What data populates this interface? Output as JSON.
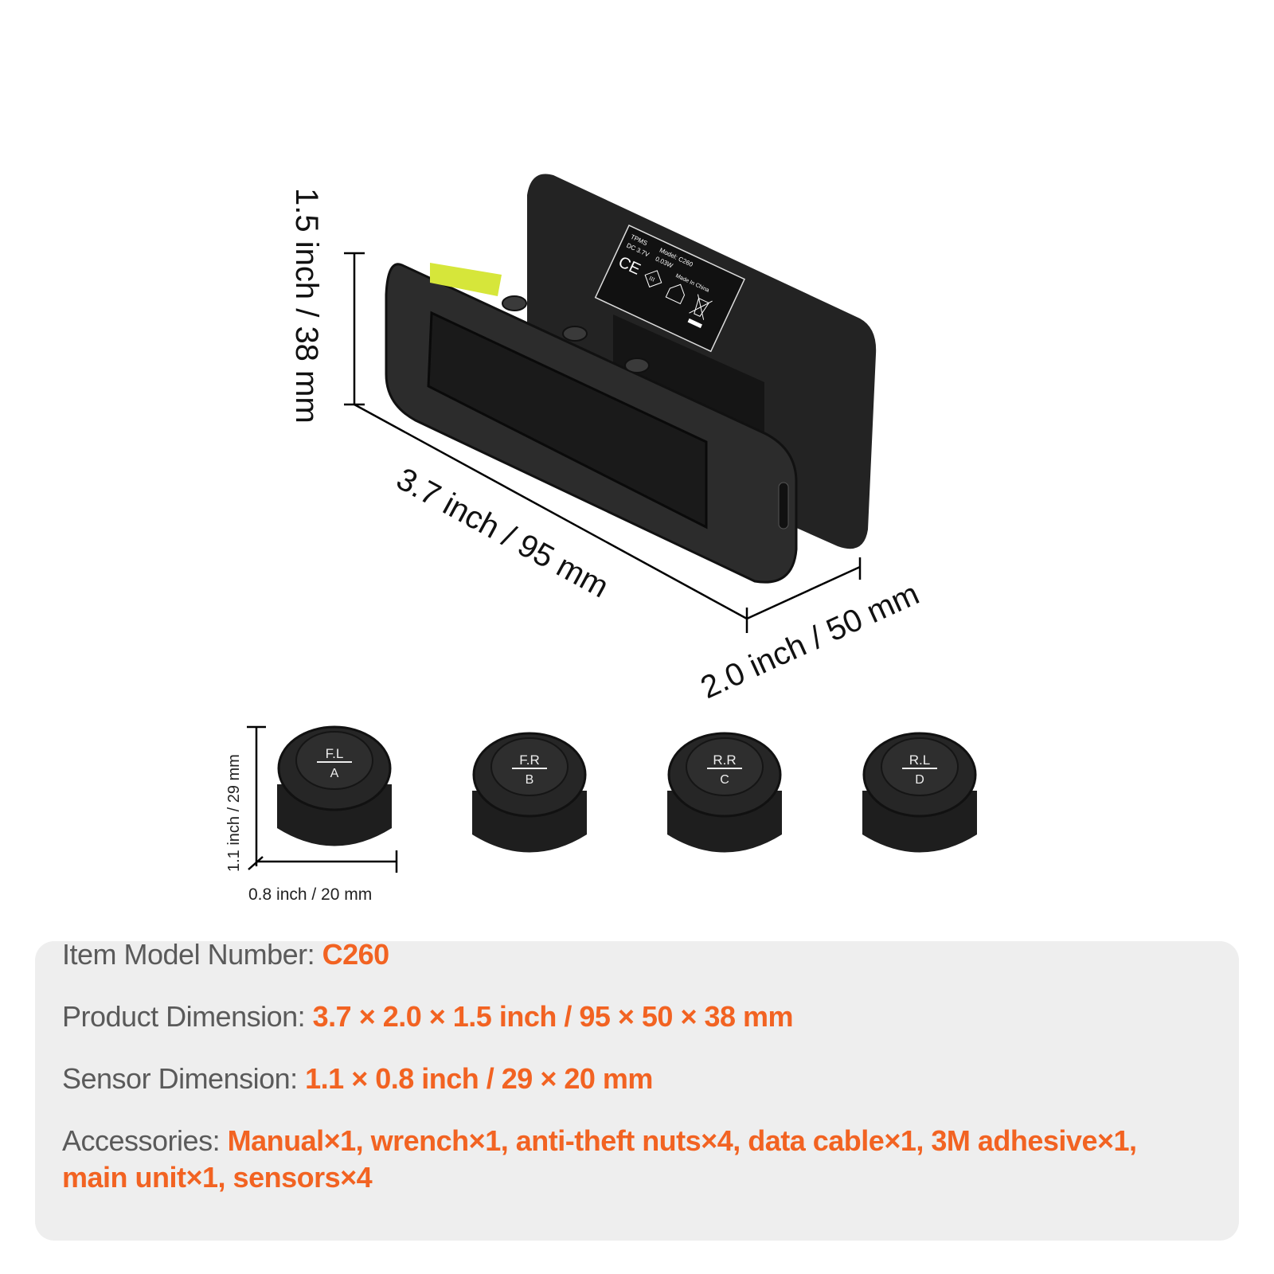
{
  "device": {
    "label": {
      "line1": "TPMS",
      "line2": "DC 3.7V",
      "model": "Model: C260",
      "power": "0.03W",
      "origin": "Made In China",
      "ce_mark": "CE",
      "class_mark": "III"
    },
    "dimensions": {
      "height": "1.5 inch / 38 mm",
      "length": "3.7 inch / 95 mm",
      "depth": "2.0 inch / 50 mm"
    }
  },
  "sensors": {
    "items": [
      {
        "position": "F.L",
        "letter": "A"
      },
      {
        "position": "F.R",
        "letter": "B"
      },
      {
        "position": "R.R",
        "letter": "C"
      },
      {
        "position": "R.L",
        "letter": "D"
      }
    ],
    "height_label": "1.1 inch / 29 mm",
    "width_label": "0.8 inch / 20 mm"
  },
  "specs": [
    {
      "label": "Item Model Number: ",
      "value": "C260"
    },
    {
      "label": "Product Dimension: ",
      "value": "3.7 × 2.0 × 1.5 inch / 95 × 50 × 38 mm"
    },
    {
      "label": "Sensor Dimension: ",
      "value": "1.1 × 0.8 inch / 29 × 20 mm"
    },
    {
      "label": "Accessories: ",
      "value": "Manual×1, wrench×1, anti-theft nuts×4, data cable×1, 3M adhesive×1,",
      "value2": "main unit×1, sensors×4"
    }
  ],
  "colors": {
    "accent": "#f26322",
    "label_text": "#5a5a5a",
    "panel": "#eeeeee",
    "device": "#2a2a2a"
  }
}
